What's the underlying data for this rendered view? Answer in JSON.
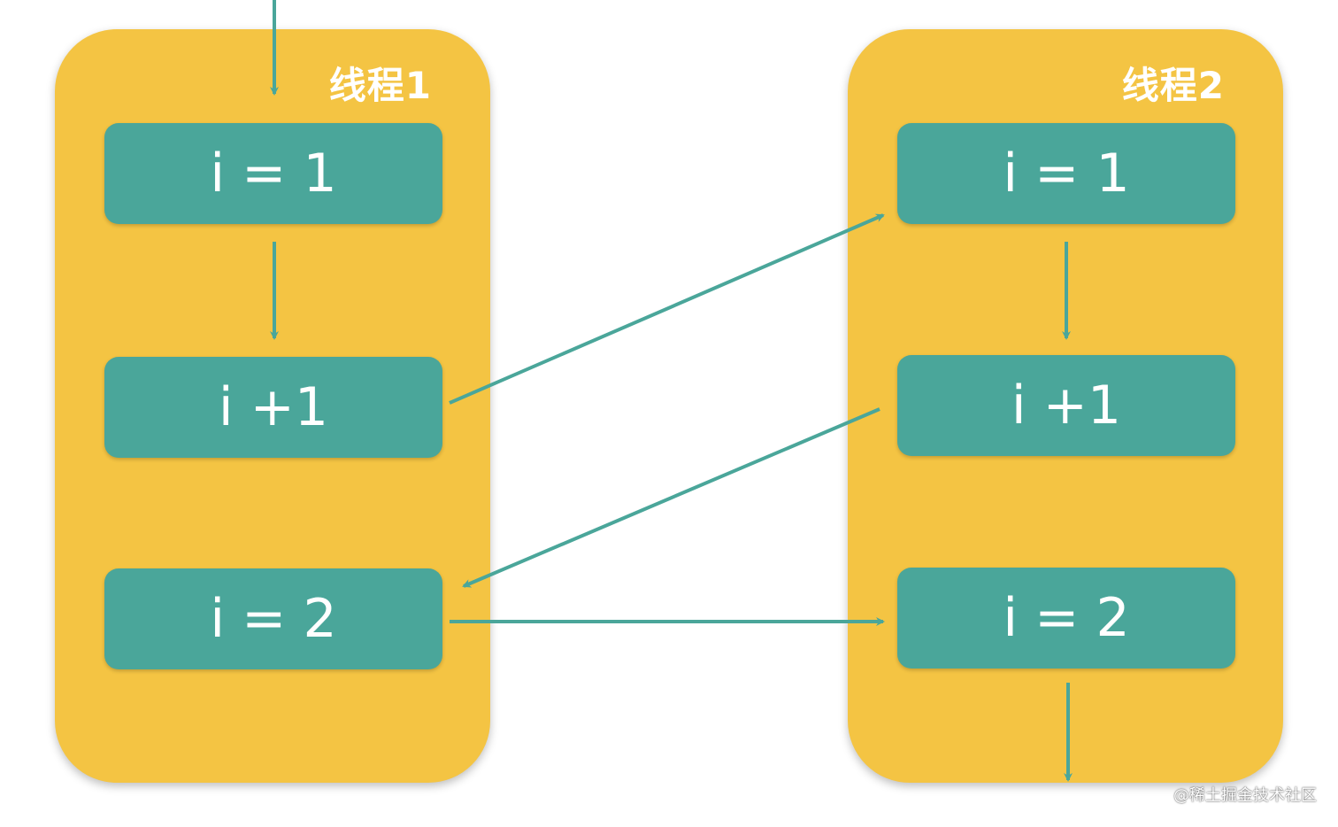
{
  "threads": [
    {
      "title": "线程1",
      "steps": [
        "i = 1",
        "i +1",
        "i = 2"
      ]
    },
    {
      "title": "线程2",
      "steps": [
        "i = 1",
        "i +1",
        "i = 2"
      ]
    }
  ],
  "watermark": "@稀土掘金技术社区",
  "colors": {
    "thread_bg": "#f4c443",
    "step_bg": "#4aa69a",
    "arrow": "#4aa69a",
    "text": "#ffffff"
  }
}
